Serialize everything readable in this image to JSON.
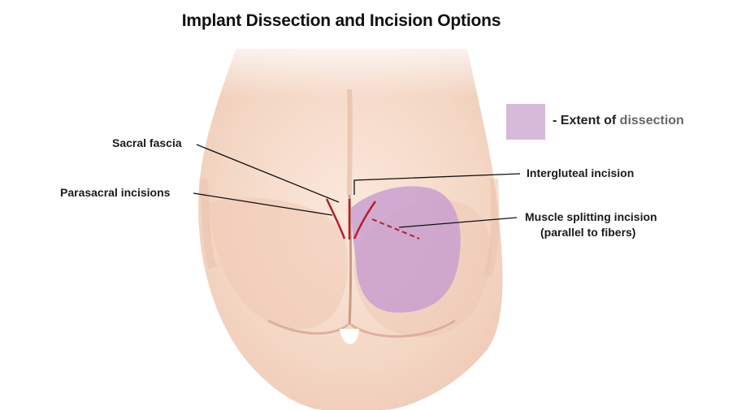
{
  "title": "Implant Dissection and Incision Options",
  "legend": {
    "prefix": "- Extent of ",
    "term": "dissection",
    "color": "#d7b9da"
  },
  "labels": {
    "sacral_fascia": "Sacral fascia",
    "parasacral_incisions": "Parasacral incisions",
    "intergluteal_incision": "Intergluteal incision",
    "muscle_splitting_line1": "Muscle splitting incision",
    "muscle_splitting_line2": "(parallel to fibers)"
  },
  "colors": {
    "skin": "#f6dccb",
    "skin_shadow": "#e8c2ad",
    "dissection": "#c9a0cf",
    "incision": "#b3202a",
    "leader": "#111111"
  }
}
